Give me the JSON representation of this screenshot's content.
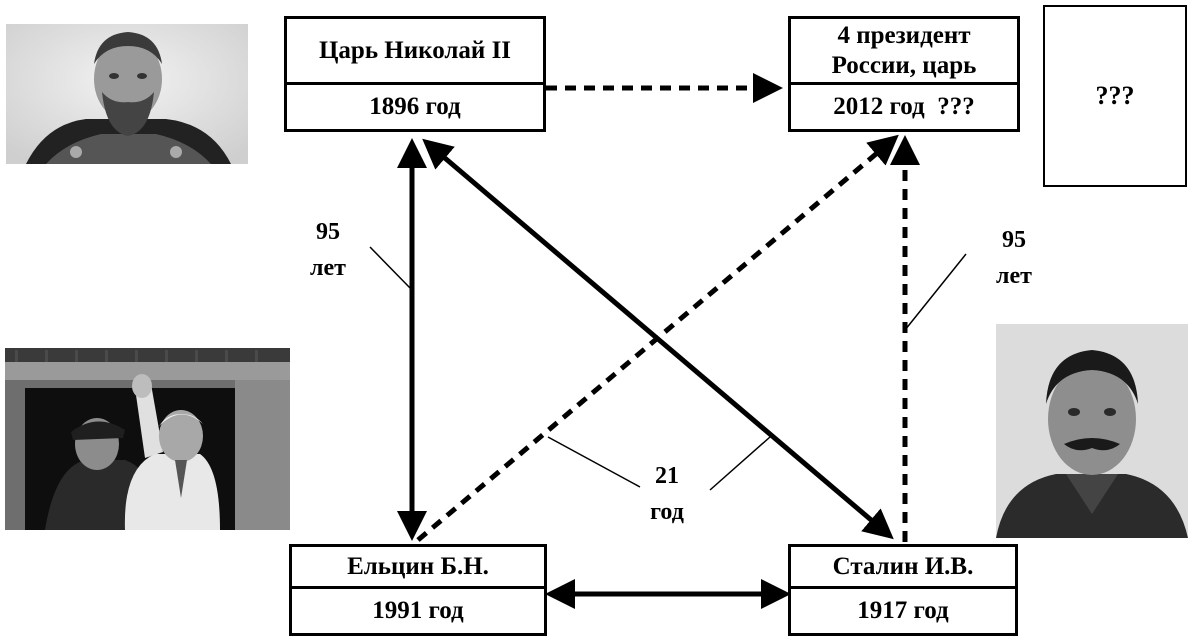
{
  "boxes": {
    "nicholas": {
      "name": "Царь Николай II",
      "year": "1896 год"
    },
    "president": {
      "name_line1": "4 президент",
      "name_line2": "России, царь",
      "year": "2012 год  ???"
    },
    "unknown": {
      "text": "???"
    },
    "yeltsin": {
      "name": "Ельцин Б.Н.",
      "year": "1991 год"
    },
    "stalin": {
      "name": "Сталин И.В.",
      "year": "1917 год"
    }
  },
  "labels": {
    "left_years": {
      "line1": "95",
      "line2": "лет"
    },
    "right_years": {
      "line1": "95",
      "line2": "лет"
    },
    "center_years": {
      "line1": "21",
      "line2": "год"
    }
  },
  "photos": {
    "nicholas": "portrait-photo",
    "yeltsin": "photo-yeltsin-waving",
    "stalin": "portrait-photo"
  }
}
